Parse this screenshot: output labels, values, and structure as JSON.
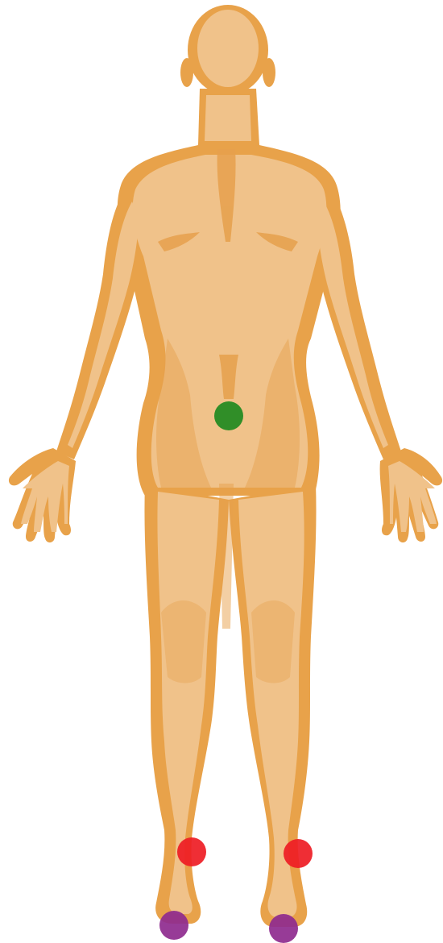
{
  "figure": {
    "view": "posterior",
    "colors": {
      "skin_outline": "#E8A24A",
      "skin_fill": "#F0C28A",
      "skin_shadow": "#E6A04C"
    }
  },
  "markers": [
    {
      "id": "lumbosacral",
      "label": "",
      "color": "#1F8A1F"
    },
    {
      "id": "left-ankle",
      "label": "",
      "color": "#EE1C24"
    },
    {
      "id": "right-ankle",
      "label": "",
      "color": "#EE1C24"
    },
    {
      "id": "left-heel",
      "label": "",
      "color": "#8E2A8E"
    },
    {
      "id": "right-heel",
      "label": "",
      "color": "#8E2A8E"
    }
  ]
}
